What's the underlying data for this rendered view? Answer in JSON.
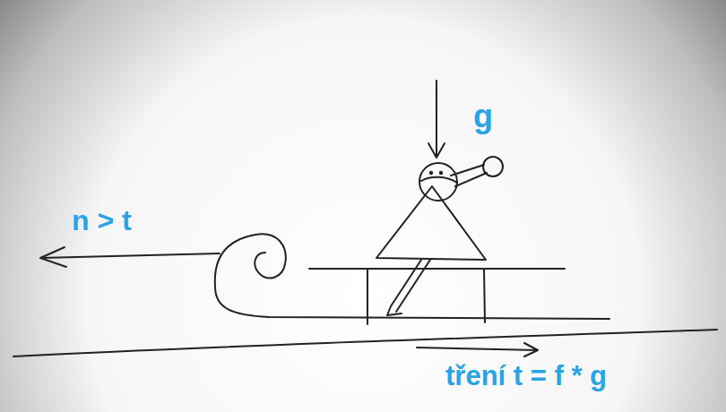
{
  "diagram": {
    "labels": [
      "g",
      "n > t",
      "tření t = f * g"
    ]
  }
}
